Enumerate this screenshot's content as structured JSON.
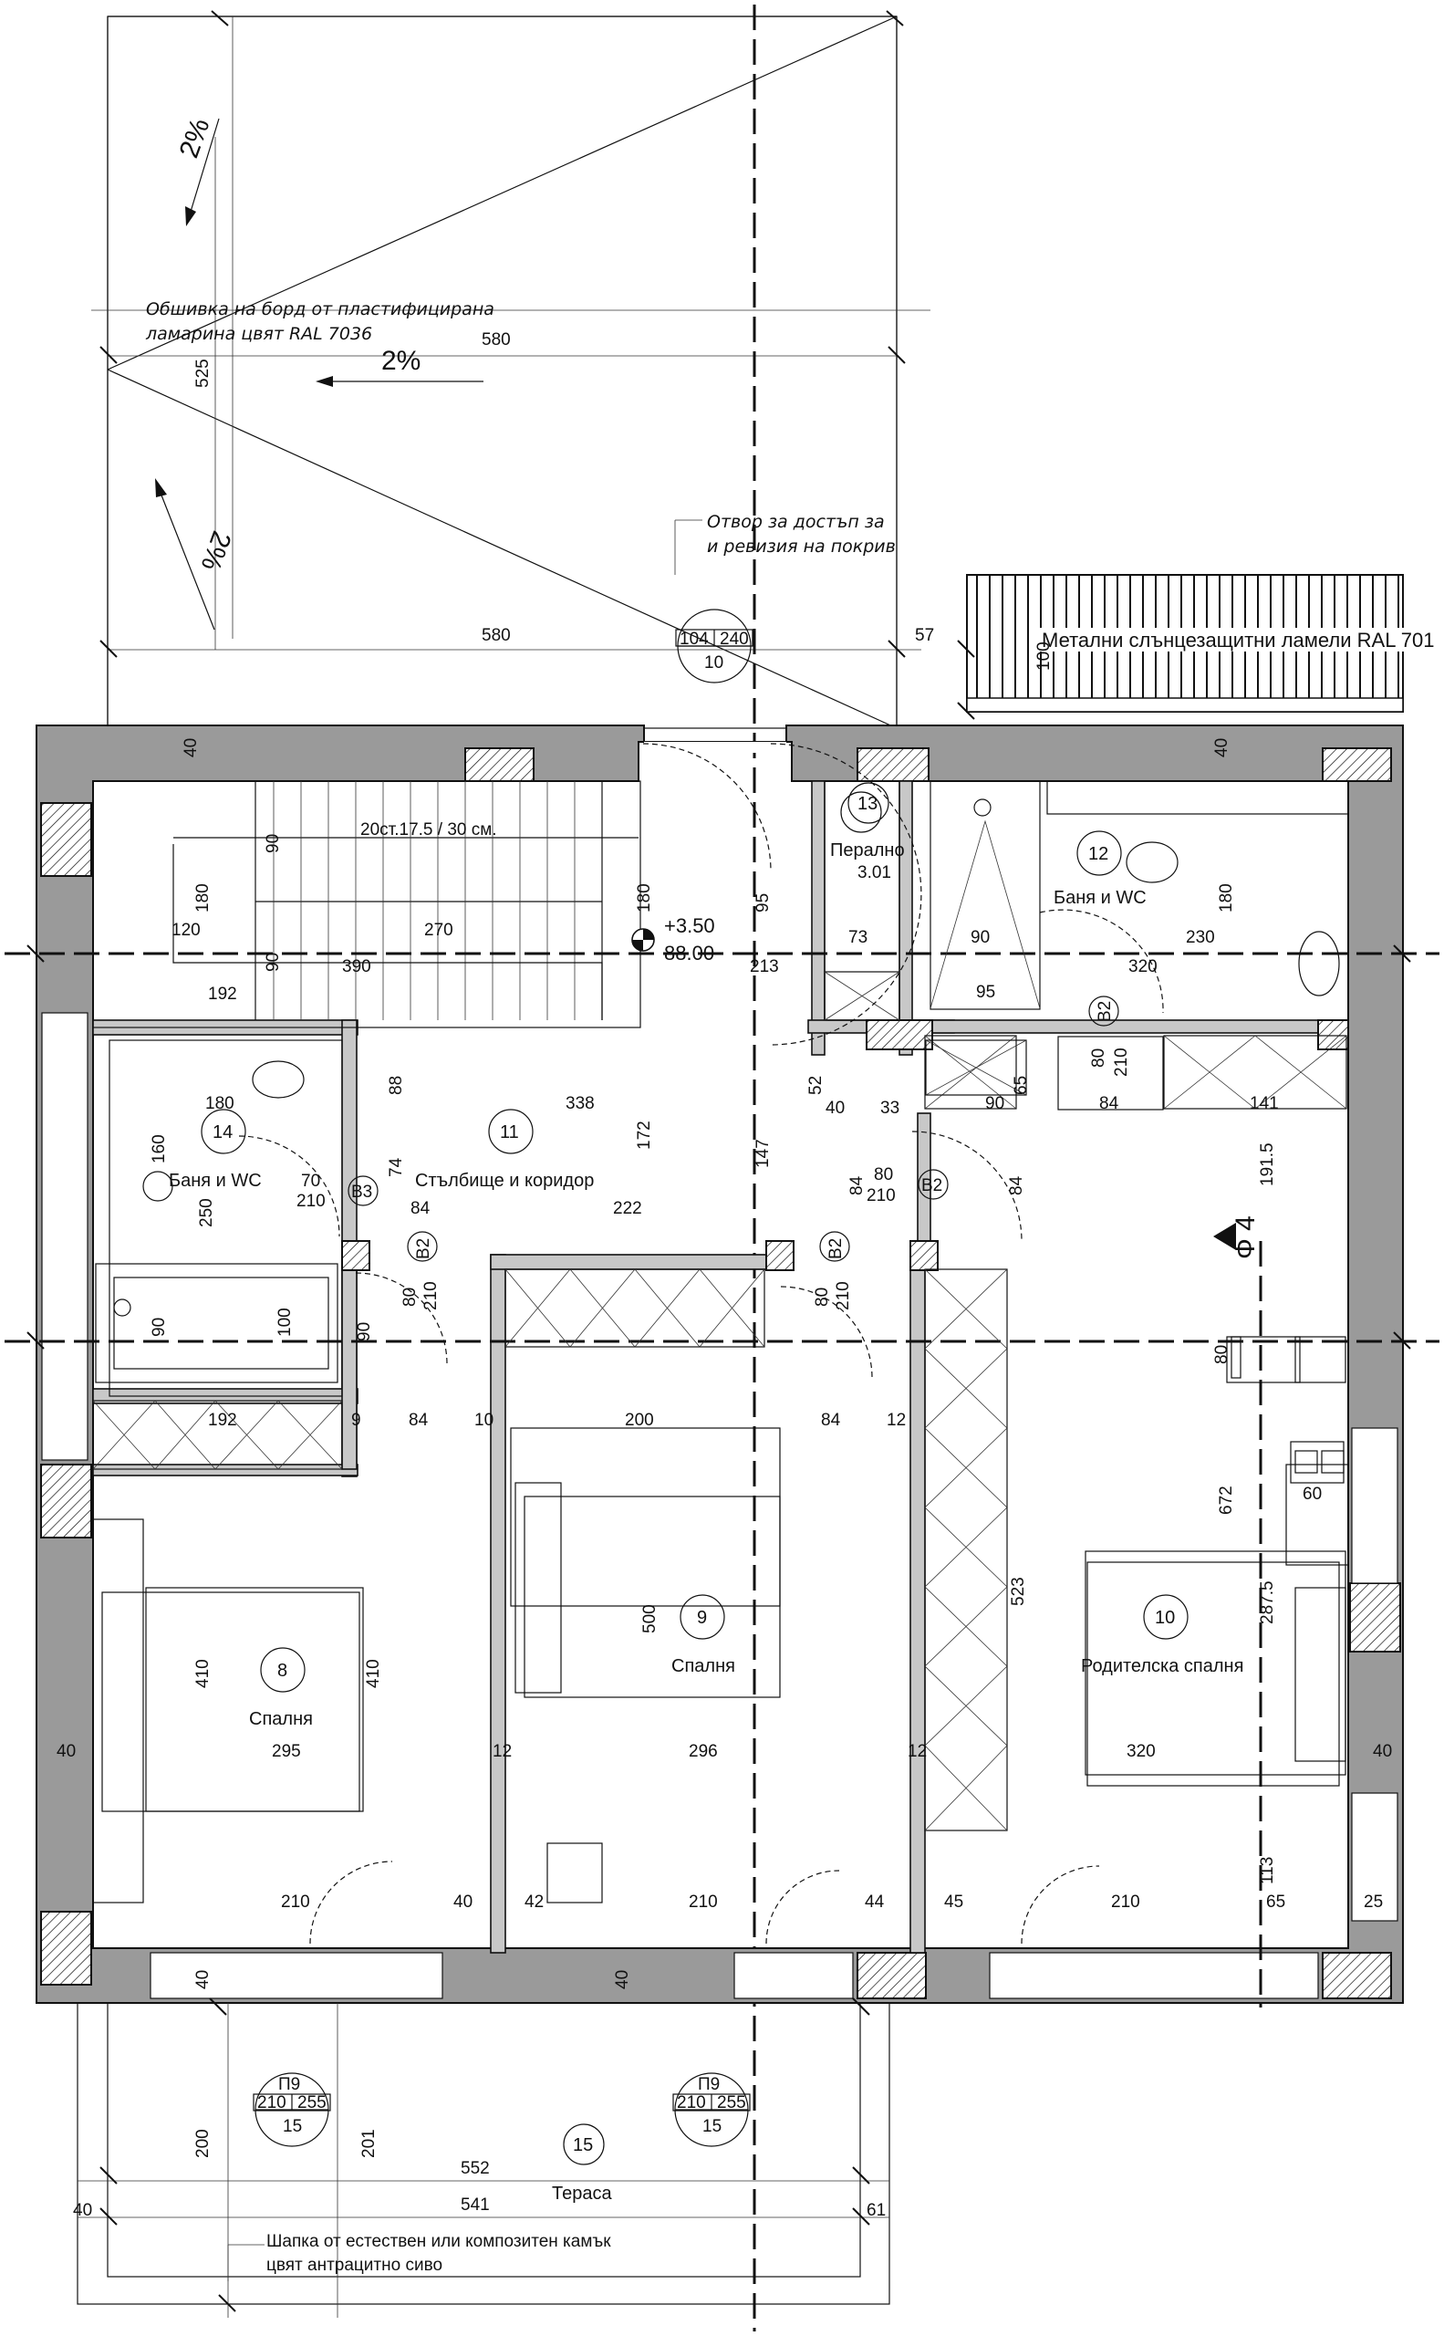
{
  "roof": {
    "slope_labels": [
      "2%",
      "2%",
      "2%"
    ],
    "note_lines": [
      "Обшивка на борд от пластифицирана",
      "ламарина цвят RAL 7036"
    ],
    "dim_width_top": "580",
    "dim_width_bottom": "580",
    "dim_height": "525",
    "dim_right": "57",
    "access_note_lines": [
      "Отвор за достъп за",
      "и ревизия на покрив"
    ],
    "opening_tag": {
      "w": "104",
      "h": "240",
      "n": "10"
    }
  },
  "louvers": {
    "label": "Метални слънцезащитни ламели RAL 701",
    "dim": "100"
  },
  "rooms": [
    {
      "no": "11",
      "name": "Стълбище и коридор"
    },
    {
      "no": "12",
      "name": "Баня и WC"
    },
    {
      "no": "13",
      "name": "Перално",
      "area": "3.01"
    },
    {
      "no": "14",
      "name": "Баня и WC"
    },
    {
      "no": "8",
      "name": "Спалня"
    },
    {
      "no": "9",
      "name": "Спалня"
    },
    {
      "no": "10",
      "name": "Родителска спалня"
    },
    {
      "no": "15",
      "name": "Тераса"
    }
  ],
  "stairs": {
    "label": "20ст.17.5 / 30   см.",
    "level_top": "+3.50",
    "level_bottom": "88.00"
  },
  "doors": {
    "b2": "B2",
    "b3": "B3",
    "w80": "80",
    "w70": "70",
    "h210": "210"
  },
  "windows": {
    "p9": "П9",
    "w": "210",
    "h": "255",
    "sill": "15"
  },
  "section_mark": {
    "label": "Ф 4"
  },
  "terrace": {
    "dim_552": "552",
    "dim_541": "541",
    "dim_200": "200",
    "dim_201": "201",
    "dim_61": "61",
    "note_lines": [
      "Шапка от естествен или композитен камък",
      "цвят антрацитно сиво"
    ]
  },
  "dims": {
    "d40": "40",
    "d120": "120",
    "d270": "270",
    "d180": "180",
    "d90": "90",
    "d192": "192",
    "d390": "390",
    "d213": "213",
    "d95": "95",
    "d320": "320",
    "d230": "230",
    "d73": "73",
    "d338": "338",
    "d172": "172",
    "d222": "222",
    "d147": "147",
    "d160": "160",
    "d250": "250",
    "d74": "74",
    "d84": "84",
    "d88": "88",
    "d52": "52",
    "d33": "33",
    "d65": "65",
    "d141": "141",
    "d191": "191.5",
    "d100": "100",
    "d200": "200",
    "d10": "10",
    "d9": "9",
    "d12": "12",
    "d410": "410",
    "d500": "500",
    "d523": "523",
    "d672": "672",
    "d287": "287.5",
    "d295": "295",
    "d296": "296",
    "d210": "210",
    "d42": "42",
    "d44": "44",
    "d45": "45",
    "d113": "113",
    "d60": "60",
    "d25": "25",
    "d80": "80"
  }
}
